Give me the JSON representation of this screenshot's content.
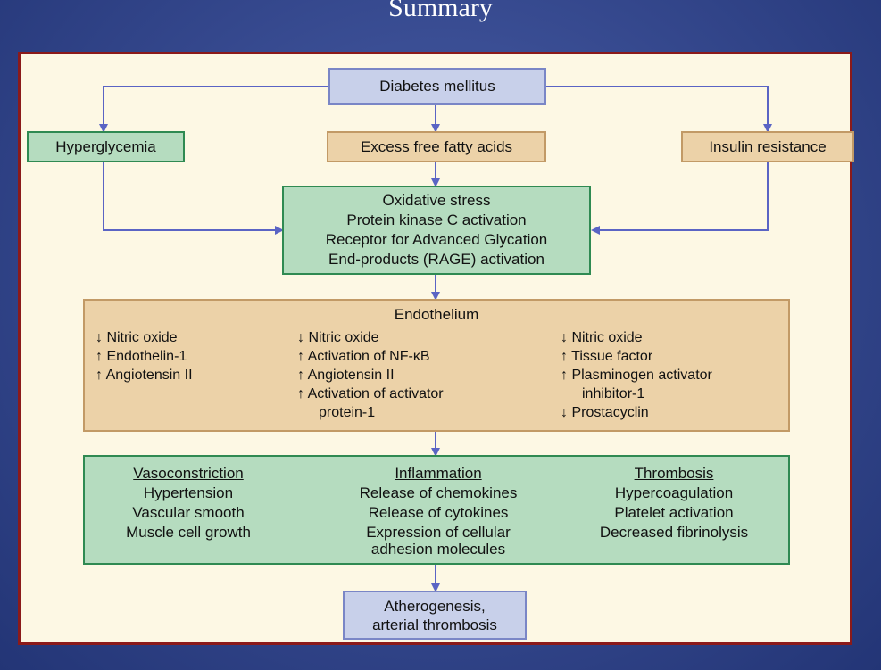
{
  "slide_title": "Summary",
  "top": "Diabetes mellitus",
  "causes": {
    "hyperglycemia": "Hyperglycemia",
    "ffa": "Excess free fatty acids",
    "insulin": "Insulin resistance"
  },
  "mechanisms": [
    "Oxidative stress",
    "Protein kinase C activation",
    "Receptor for Advanced Glycation",
    "End-products (RAGE) activation"
  ],
  "endothelium": {
    "title": "Endothelium",
    "col1": [
      "↓ Nitric oxide",
      "↑ Endothelin-1",
      "↑ Angiotensin II"
    ],
    "col2": [
      "↓ Nitric oxide",
      "↑ Activation of NF-κB",
      "↑ Angiotensin II",
      "↑ Activation of activator",
      "protein-1"
    ],
    "col3": [
      "↓ Nitric oxide",
      "↑ Tissue factor",
      "↑ Plasminogen activator",
      "inhibitor-1",
      "↓ Prostacyclin"
    ]
  },
  "effects": {
    "vaso": {
      "title": "Vasoconstriction",
      "items": [
        "Hypertension",
        "Vascular smooth",
        "Muscle cell growth"
      ]
    },
    "inflam": {
      "title": "Inflammation",
      "items": [
        "Release of chemokines",
        "Release of cytokines",
        "Expression of cellular",
        "adhesion molecules"
      ]
    },
    "thromb": {
      "title": "Thrombosis",
      "items": [
        "Hypercoagulation",
        "Platelet activation",
        "Decreased fibrinolysis"
      ]
    }
  },
  "outcome": [
    "Atherogenesis,",
    "arterial thrombosis"
  ],
  "colors": {
    "arrow": "#5a64c4",
    "border": "#8b1a1a"
  }
}
